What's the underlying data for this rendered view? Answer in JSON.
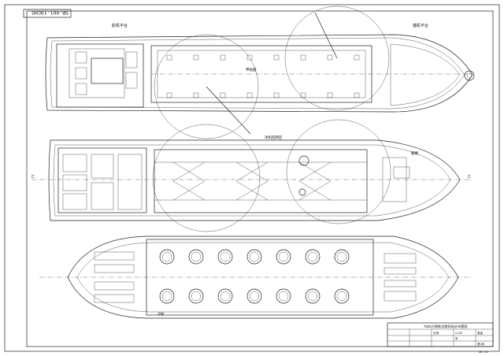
{
  "drawing": {
    "number": "SB-001-19CHS",
    "title": "7500方钢铁式搅拌船总布置图",
    "title_block": {
      "scale_label": "比例",
      "scale_value": "1:100",
      "weight_label": "重量",
      "sheet_label": "张",
      "page_label": "第1张",
      "corner_code": "DB Ltd"
    },
    "views": [
      {
        "name": "top-deck-plan"
      },
      {
        "name": "main-deck-plan"
      },
      {
        "name": "hold-bottom-plan"
      }
    ],
    "labels": {
      "top_aft_tag": "舵机平台",
      "top_fwd_tag": "锚机平台",
      "mid_tag": "甲板面",
      "crane_tag": "吊机回转区",
      "mid_fwd_tag": "艏楼",
      "cl_mark": "C",
      "hold_label": "泥舱"
    }
  }
}
